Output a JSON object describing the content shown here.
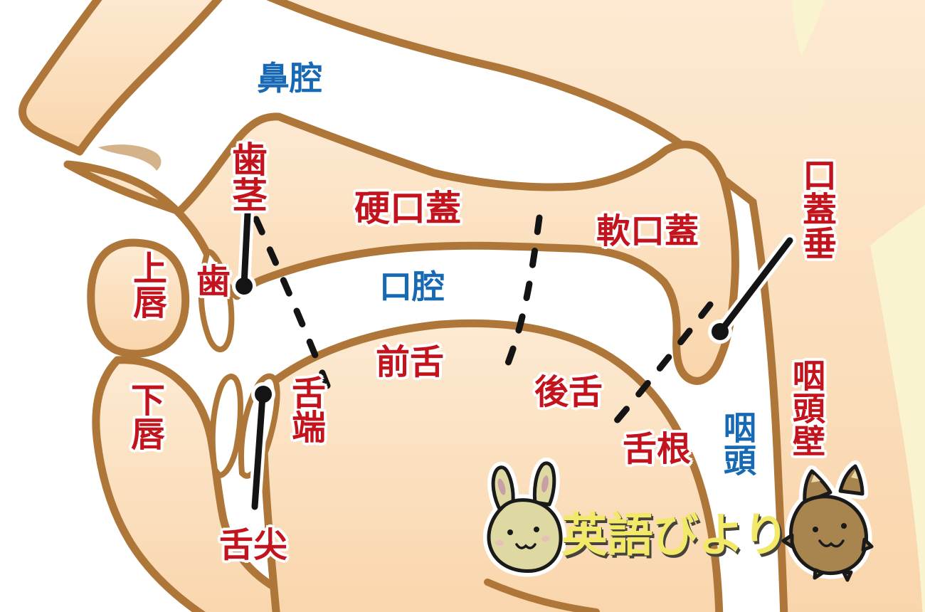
{
  "figure": {
    "type": "vocal-tract-sagittal-diagram",
    "description": "Side cross-section of mouth and nose with Japanese phonetics labels"
  },
  "labels": {
    "nasal_cavity": "鼻腔",
    "alveolar_ridge": "歯茎",
    "teeth": "歯",
    "hard_palate": "硬口蓋",
    "soft_palate": "軟口蓋",
    "uvula": "口蓋垂",
    "upper_lip": "上唇",
    "oral_cavity": "口腔",
    "front_tongue": "前舌",
    "back_tongue": "後舌",
    "lower_lip": "下唇",
    "tongue_blade": "舌端",
    "tongue_tip": "舌尖",
    "tongue_root": "舌根",
    "pharynx": "咽頭",
    "pharyngeal_wall": "咽頭壁"
  },
  "logo": {
    "text": "英語びより",
    "mascots": [
      "rabbit",
      "dog"
    ]
  },
  "colors": {
    "part_label_red": "#c3141e",
    "cavity_label_blue": "#1769b4",
    "skin_light": "#fdead2",
    "skin_dark": "#f9d5ab",
    "outline_brown": "#ae7638",
    "nostril_tan": "#d4b38b",
    "hair_yellow": "#faf3cf",
    "logo_yellow": "#f1e967"
  }
}
